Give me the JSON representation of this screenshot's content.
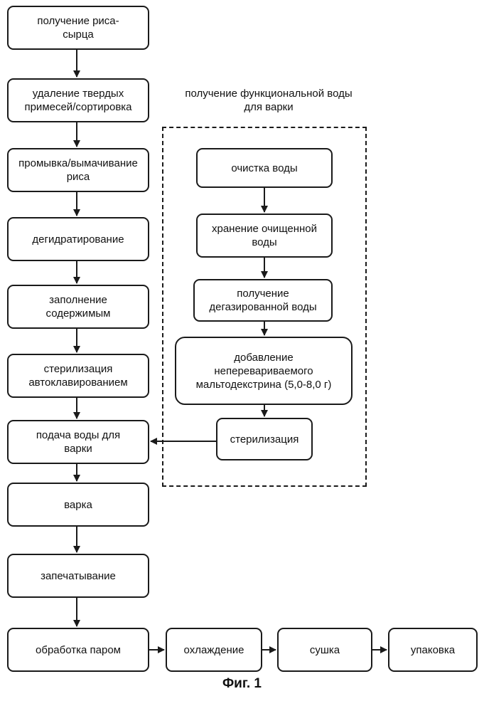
{
  "main_flow": [
    {
      "id": "raw",
      "label": "получение риса-\nсырца"
    },
    {
      "id": "sort",
      "label": "удаление твердых\nпримесей/сортировка"
    },
    {
      "id": "wash",
      "label": "промывка/вымачивание\nриса"
    },
    {
      "id": "dehyd",
      "label": "дегидратирование"
    },
    {
      "id": "fill",
      "label": "заполнение\nсодержимым"
    },
    {
      "id": "steril",
      "label": "стерилизация\nавтоклавированием"
    },
    {
      "id": "water",
      "label": "подача воды для\nварки"
    },
    {
      "id": "cook",
      "label": "варка"
    },
    {
      "id": "seal",
      "label": "запечатывание"
    }
  ],
  "bottom_row": [
    {
      "id": "steam",
      "label": "обработка паром"
    },
    {
      "id": "cool",
      "label": "охлаждение"
    },
    {
      "id": "dry",
      "label": "сушка"
    },
    {
      "id": "pack",
      "label": "упаковка"
    }
  ],
  "water_group": {
    "title": "получение функциональной воды\nдля варки",
    "steps": [
      {
        "id": "clean",
        "label": "очистка воды"
      },
      {
        "id": "store",
        "label": "хранение очищенной\nводы"
      },
      {
        "id": "degas",
        "label": "получение\nдегазированной воды"
      },
      {
        "id": "add",
        "label": "добавление\nнеперевариваемого\nмальтодекстрина (5,0-8,0 г)"
      },
      {
        "id": "wsteril",
        "label": "стерилизация"
      }
    ]
  },
  "caption": "Фиг. 1"
}
